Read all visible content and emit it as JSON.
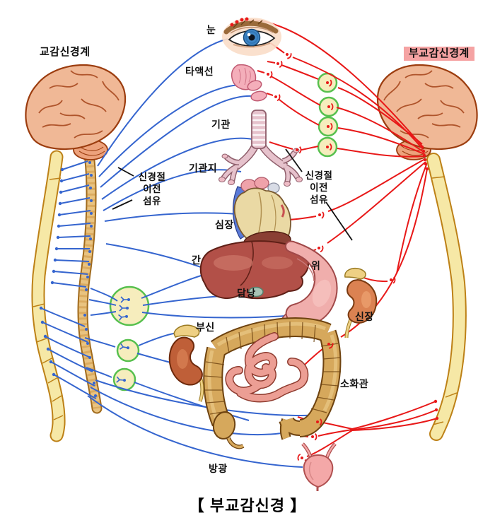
{
  "title": "【 부교감신경 】",
  "systems": {
    "sympathetic": "교감신경계",
    "parasympathetic": "부교감신경계"
  },
  "labels": {
    "eye": "눈",
    "salivary_gland": "타액선",
    "trachea": "기관",
    "bronchus": "기관지",
    "heart": "심장",
    "liver": "간",
    "gallbladder": "담낭",
    "stomach": "위",
    "kidney": "신장",
    "adrenal_gland": "부신",
    "digestive_tract": "소화관",
    "bladder": "방광"
  },
  "preganglionic_fiber": {
    "line1": "신경절",
    "line2": "이전",
    "line3": "섬유"
  },
  "colors": {
    "sympathetic_nerve": "#3565cf",
    "parasympathetic_nerve": "#e81818",
    "parasympathetic_label_bg": "#f5a3a3",
    "brain_fill": "#f0b896",
    "spinal_cord_fill": "#f6e8a6",
    "sympathetic_chain_fill": "#e9c380",
    "ganglion_ring": "#57c04e",
    "ganglion_fill": "#f6edbd"
  }
}
